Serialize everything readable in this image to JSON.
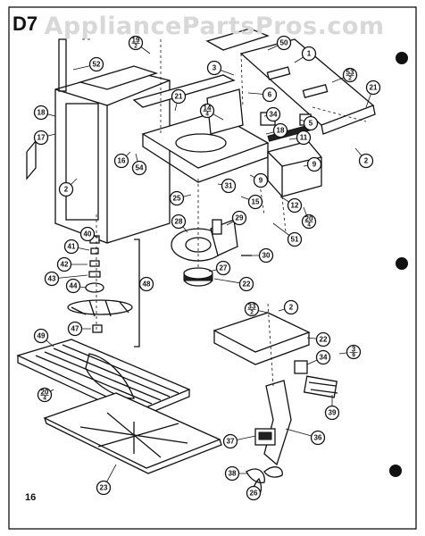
{
  "page": {
    "code": "D7",
    "watermark": "AppliancePartsPros.com",
    "page_number": "16"
  },
  "callouts": [
    {
      "id": "c52",
      "label": "52"
    },
    {
      "id": "c18a",
      "label": "18"
    },
    {
      "id": "c17",
      "label": "17"
    },
    {
      "id": "c19",
      "label": "19",
      "sub": "2"
    },
    {
      "id": "c21a",
      "label": "21"
    },
    {
      "id": "c50",
      "label": "50"
    },
    {
      "id": "c1",
      "label": "1"
    },
    {
      "id": "c3",
      "label": "3"
    },
    {
      "id": "c6",
      "label": "6"
    },
    {
      "id": "c53",
      "label": "53",
      "sub": "2"
    },
    {
      "id": "c21b",
      "label": "21"
    },
    {
      "id": "c14",
      "label": "14",
      "sub": "4"
    },
    {
      "id": "c34a",
      "label": "34"
    },
    {
      "id": "c5",
      "label": "5"
    },
    {
      "id": "c18b",
      "label": "18"
    },
    {
      "id": "c11",
      "label": "11"
    },
    {
      "id": "c2a",
      "label": "2"
    },
    {
      "id": "c16",
      "label": "16"
    },
    {
      "id": "c54",
      "label": "54"
    },
    {
      "id": "c2b",
      "label": "2"
    },
    {
      "id": "c9a",
      "label": "9"
    },
    {
      "id": "c9b",
      "label": "9"
    },
    {
      "id": "c31",
      "label": "31"
    },
    {
      "id": "c25",
      "label": "25"
    },
    {
      "id": "c15",
      "label": "15"
    },
    {
      "id": "c12",
      "label": "12"
    },
    {
      "id": "c20a",
      "label": "20",
      "sub": "4"
    },
    {
      "id": "c28",
      "label": "28"
    },
    {
      "id": "c29",
      "label": "29"
    },
    {
      "id": "c51",
      "label": "51"
    },
    {
      "id": "c40",
      "label": "40"
    },
    {
      "id": "c41",
      "label": "41"
    },
    {
      "id": "c30",
      "label": "30"
    },
    {
      "id": "c42",
      "label": "42"
    },
    {
      "id": "c27",
      "label": "27"
    },
    {
      "id": "c43",
      "label": "43"
    },
    {
      "id": "c44",
      "label": "44"
    },
    {
      "id": "c48",
      "label": "48"
    },
    {
      "id": "c22a",
      "label": "22"
    },
    {
      "id": "c33",
      "label": "33",
      "sub": "2"
    },
    {
      "id": "c2c",
      "label": "2"
    },
    {
      "id": "c47",
      "label": "47"
    },
    {
      "id": "c49",
      "label": "49"
    },
    {
      "id": "c22b",
      "label": "22"
    },
    {
      "id": "c3b",
      "label": "3",
      "sub": "9"
    },
    {
      "id": "c34b",
      "label": "34"
    },
    {
      "id": "c20b",
      "label": "20",
      "sub": "4"
    },
    {
      "id": "c39",
      "label": "39"
    },
    {
      "id": "c36",
      "label": "36"
    },
    {
      "id": "c37",
      "label": "37"
    },
    {
      "id": "c23",
      "label": "23"
    },
    {
      "id": "c38",
      "label": "38"
    },
    {
      "id": "c26",
      "label": "26"
    }
  ]
}
